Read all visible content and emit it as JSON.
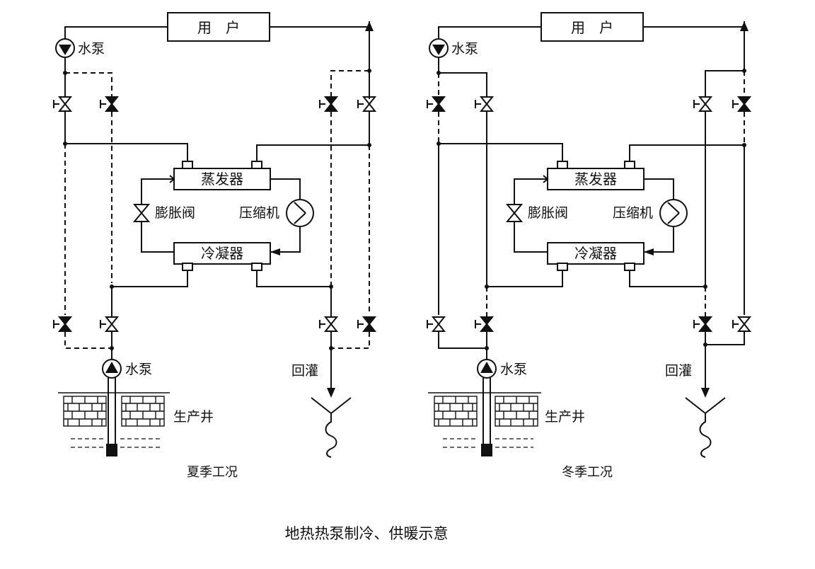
{
  "title": "地热热泵制冷、供暖示意",
  "panels": [
    {
      "caption": "夏季工况",
      "user": "用　户",
      "evaporator": "蒸发器",
      "condenser": "冷凝器",
      "expansion_valve": "膨胀阀",
      "compressor": "压缩机",
      "pump_top": "水泵",
      "pump_bottom": "水泵",
      "production_well": "生产井",
      "reinjection": "回灌"
    },
    {
      "caption": "冬季工况",
      "user": "用　户",
      "evaporator": "蒸发器",
      "condenser": "冷凝器",
      "expansion_valve": "膨胀阀",
      "compressor": "压缩机",
      "pump_top": "水泵",
      "pump_bottom": "水泵",
      "production_well": "生产井",
      "reinjection": "回灌"
    }
  ],
  "icons": {
    "valve_open": "hollow-bowtie-valve-icon",
    "valve_closed": "filled-bowtie-valve-icon",
    "pump": "circle-triangle-pump-icon",
    "compressor": "circle-compressor-icon",
    "well": "brick-soil-well-icon",
    "reinjection": "funnel-wavy-well-icon"
  }
}
